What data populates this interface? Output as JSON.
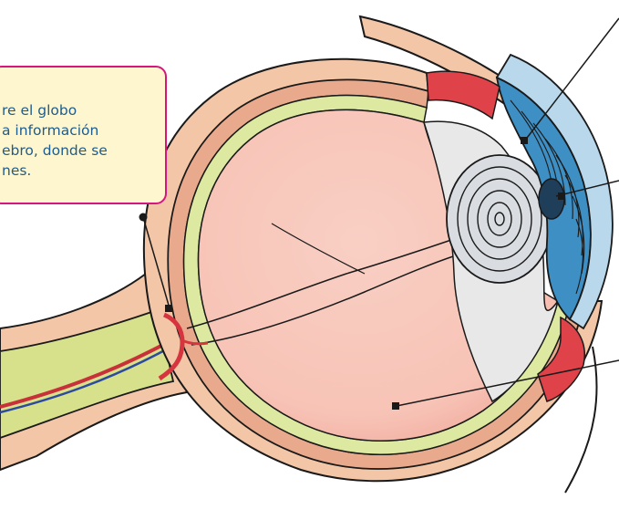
{
  "callout": {
    "lines": [
      "re el globo",
      "a información",
      "ebro, donde se",
      "nes."
    ]
  },
  "colors": {
    "vitreous": "#f9c9bd",
    "sclera": "#f2c6a6",
    "outline": "#1a1a1a",
    "retina": "#dde9a0",
    "iris": "#3e8fc4",
    "lens": "#d9dde1",
    "ciliary": "#e8e8e8",
    "cornea": "#b9d8ec",
    "muscle": "#e0424a",
    "nerve": "#d7e08a",
    "callout_border": "#d6157f",
    "callout_bg": "#fdf6cf",
    "callout_text": "#1d5c8f"
  },
  "icons": [
    "pointer-dot-icon",
    "pointer-square-icon"
  ]
}
